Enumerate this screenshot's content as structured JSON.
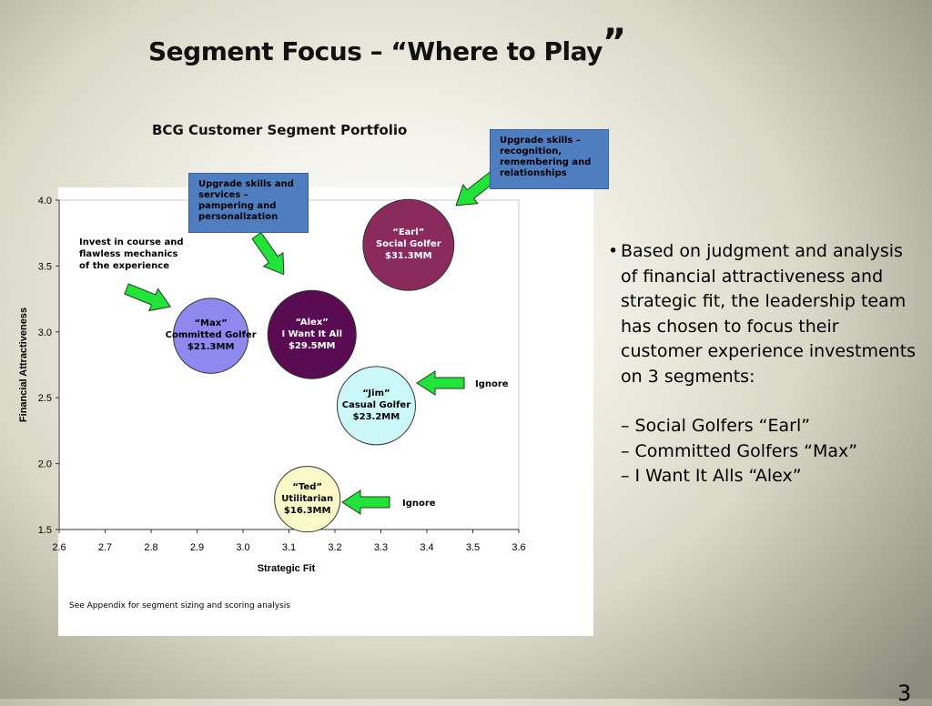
{
  "slide": {
    "title": "Segment Focus – “Where to Play",
    "title_close_quote": "”",
    "page_number": "3",
    "footnote": "See Appendix for segment sizing and scoring analysis"
  },
  "chart_data": {
    "type": "scatter",
    "title": "BCG Customer Segment Portfolio",
    "xlabel": "Strategic Fit",
    "ylabel": "Financial Attractiveness",
    "xlim": [
      2.6,
      3.6
    ],
    "ylim": [
      1.5,
      4.0
    ],
    "x_ticks": [
      "2.6",
      "2.7",
      "2.8",
      "2.9",
      "3.0",
      "3.1",
      "3.2",
      "3.3",
      "3.4",
      "3.5",
      "3.6"
    ],
    "y_ticks": [
      "1.5",
      "2.0",
      "2.5",
      "3.0",
      "3.5",
      "4.0"
    ],
    "grid": false,
    "points": [
      {
        "id": "earl",
        "x": 3.36,
        "y": 3.66,
        "size": 31.3,
        "lines": [
          "“Earl”",
          "Social Golfer",
          "$31.3MM"
        ],
        "fill": "#8b2a5c",
        "text_color": "#ffffff"
      },
      {
        "id": "alex",
        "x": 3.15,
        "y": 2.98,
        "size": 29.5,
        "lines": [
          "“Alex”",
          "I Want It All",
          "$29.5MM"
        ],
        "fill": "#5a0c52",
        "text_color": "#ffffff"
      },
      {
        "id": "max",
        "x": 2.93,
        "y": 2.97,
        "size": 21.3,
        "lines": [
          "“Max”",
          "Committed Golfer",
          "$21.3MM"
        ],
        "fill": "#8f88ef",
        "text_color": "#000000"
      },
      {
        "id": "jim",
        "x": 3.29,
        "y": 2.44,
        "size": 23.2,
        "lines": [
          "“Jim”",
          "Casual Golfer",
          "$23.2MM"
        ],
        "fill": "#ccf7f9",
        "text_color": "#000000"
      },
      {
        "id": "ted",
        "x": 3.14,
        "y": 1.73,
        "size": 16.3,
        "lines": [
          "“Ted”",
          "Utilitarian",
          "$16.3MM"
        ],
        "fill": "#fbf8c8",
        "text_color": "#000000"
      }
    ]
  },
  "annotations": {
    "callout_alex": "Upgrade skills and services – pampering and personalization",
    "callout_earl": "Upgrade skills – recognition, remembering and relationships",
    "note_max": "Invest in course and flawless mechanics of the experience",
    "ignore_jim": "Ignore",
    "ignore_ted": "Ignore"
  },
  "bullets": {
    "main": "Based on judgment and analysis of financial attractiveness and strategic fit, the leadership team has chosen to focus their customer experience investments on 3 segments:",
    "items": [
      "– Social Golfers “Earl”",
      "– Committed Golfers “Max”",
      "– I Want It Alls “Alex”"
    ]
  },
  "colors": {
    "arrow_fill": "#22e33a",
    "callout_fill": "#4f7ec0"
  }
}
